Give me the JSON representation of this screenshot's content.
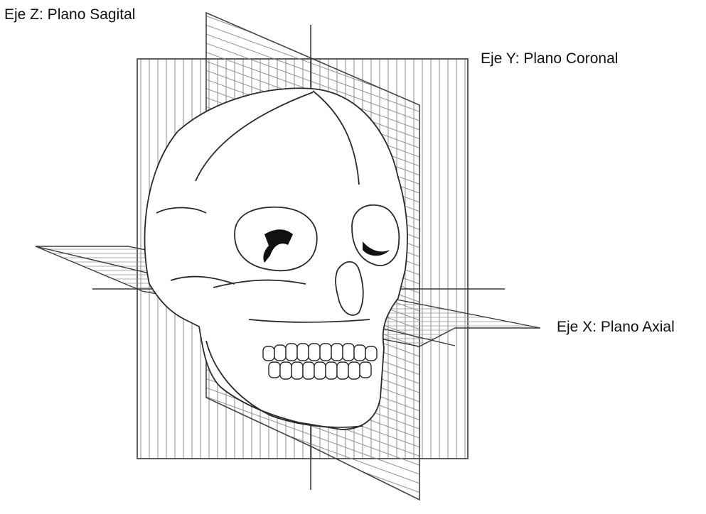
{
  "labels": {
    "z_axis": "Eje Z: Plano Sagital",
    "y_axis": "Eje Y: Plano Coronal",
    "x_axis": "Eje X: Plano Axial"
  },
  "colors": {
    "line": "#3a3a3a",
    "hatch": "#8c8c8c",
    "background": "#ffffff"
  }
}
